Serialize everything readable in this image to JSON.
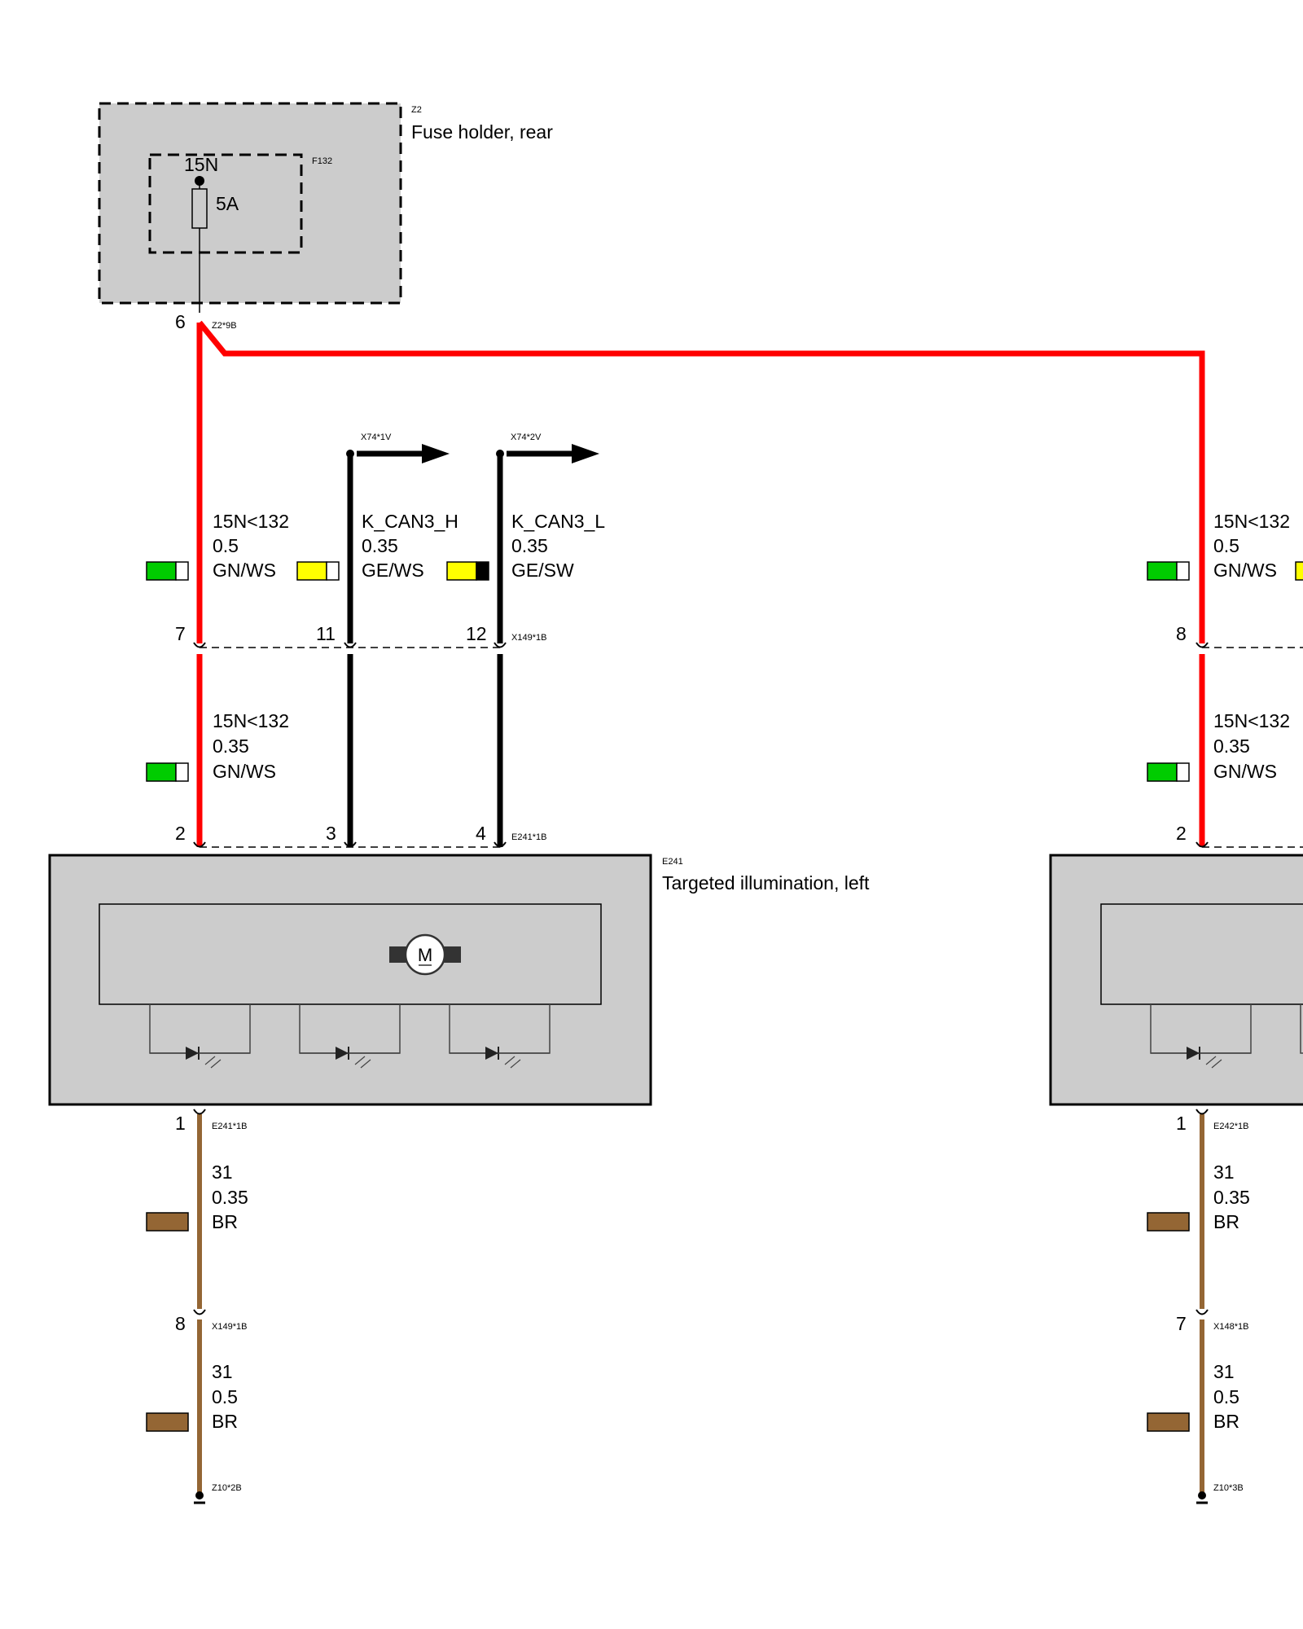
{
  "colors": {
    "red": "#ff0000",
    "brown": "#946634",
    "green": "#00cc00",
    "yellow": "#ffff00",
    "grey": "#cccccc"
  },
  "fuse_holder": {
    "ref": "Z2",
    "title": "Fuse holder, rear",
    "fuse_ref": "F132",
    "terminal": "15N",
    "rating": "5A",
    "out_pin": "6",
    "out_connector": "Z2*9B"
  },
  "can_arrows": [
    {
      "connector": "X74*1V",
      "icon": "arrow-right-icon"
    },
    {
      "connector": "X74*2V",
      "icon": "arrow-right-icon"
    }
  ],
  "upper_wires": [
    {
      "signal": "15N<132",
      "size": "0.5",
      "color": "GN/WS",
      "swatch": [
        "#00cc00",
        "#ffffff"
      ]
    },
    {
      "signal": "K_CAN3_H",
      "size": "0.35",
      "color": "GE/WS",
      "swatch": [
        "#ffff00",
        "#ffffff"
      ]
    },
    {
      "signal": "K_CAN3_L",
      "size": "0.35",
      "color": "GE/SW",
      "swatch": [
        "#ffff00",
        "#000000"
      ]
    },
    {
      "signal": "15N<132",
      "size": "0.5",
      "color": "GN/WS",
      "swatch": [
        "#00cc00",
        "#ffffff"
      ]
    }
  ],
  "x149_pins": [
    "7",
    "11",
    "12"
  ],
  "x149_connector": "X149*1B",
  "x148_pin": "8",
  "lower_wires": [
    {
      "signal": "15N<132",
      "size": "0.35",
      "color": "GN/WS",
      "swatch": [
        "#00cc00",
        "#ffffff"
      ]
    },
    {
      "signal": "15N<132",
      "size": "0.35",
      "color": "GN/WS",
      "swatch": [
        "#00cc00",
        "#ffffff"
      ]
    }
  ],
  "e241_pins": [
    "2",
    "3",
    "4"
  ],
  "e241_connector": "E241*1B",
  "e242_pin_top": "2",
  "module_left": {
    "ref": "E241",
    "title": "Targeted illumination, left",
    "motor_letter": "M",
    "ground_pin": "1",
    "ground_connector": "E241*1B"
  },
  "module_right": {
    "ground_pin": "1",
    "ground_connector": "E242*1B"
  },
  "ground_wires": [
    {
      "signal": "31",
      "size": "0.35",
      "color": "BR"
    },
    {
      "signal": "31",
      "size": "0.5",
      "color": "BR"
    },
    {
      "signal": "31",
      "size": "0.35",
      "color": "BR"
    },
    {
      "signal": "31",
      "size": "0.5",
      "color": "BR"
    }
  ],
  "ground_mid_left": {
    "pin": "8",
    "connector": "X149*1B"
  },
  "ground_mid_right": {
    "pin": "7",
    "connector": "X148*1B"
  },
  "ground_end_left": "Z10*2B",
  "ground_end_right": "Z10*3B"
}
